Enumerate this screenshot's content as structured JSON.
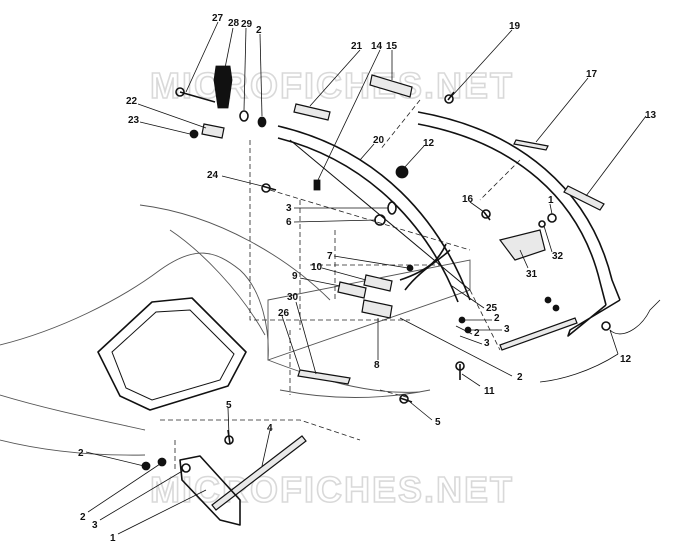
{
  "watermark": {
    "top_text": "MICROFICHES.NET",
    "bottom_text": "MICROFICHES.NET"
  },
  "callouts": {
    "c27": "27",
    "c28": "28",
    "c29": "29",
    "c2_top": "2",
    "c21": "21",
    "c14": "14",
    "c15": "15",
    "c19": "19",
    "c17": "17",
    "c13": "13",
    "c22": "22",
    "c23": "23",
    "c20": "20",
    "c12_top": "12",
    "c24": "24",
    "c16": "16",
    "c3_mid": "3",
    "c6_mid": "6",
    "c1_right": "1",
    "c32": "32",
    "c31": "31",
    "c7": "7",
    "c10": "10",
    "c9": "9",
    "c25": "25",
    "c2_r1": "2",
    "c3_r1": "3",
    "c2_r2": "2",
    "c3_r2": "3",
    "c30": "30",
    "c26": "26",
    "c8": "8",
    "c12_bottom": "12",
    "c11": "11",
    "c2_right": "2",
    "c5_mid": "5",
    "c5_left": "5",
    "c4": "4",
    "c2_left": "2",
    "c2_bottom": "2",
    "c3_bottom": "3",
    "c1_bottom": "1"
  }
}
